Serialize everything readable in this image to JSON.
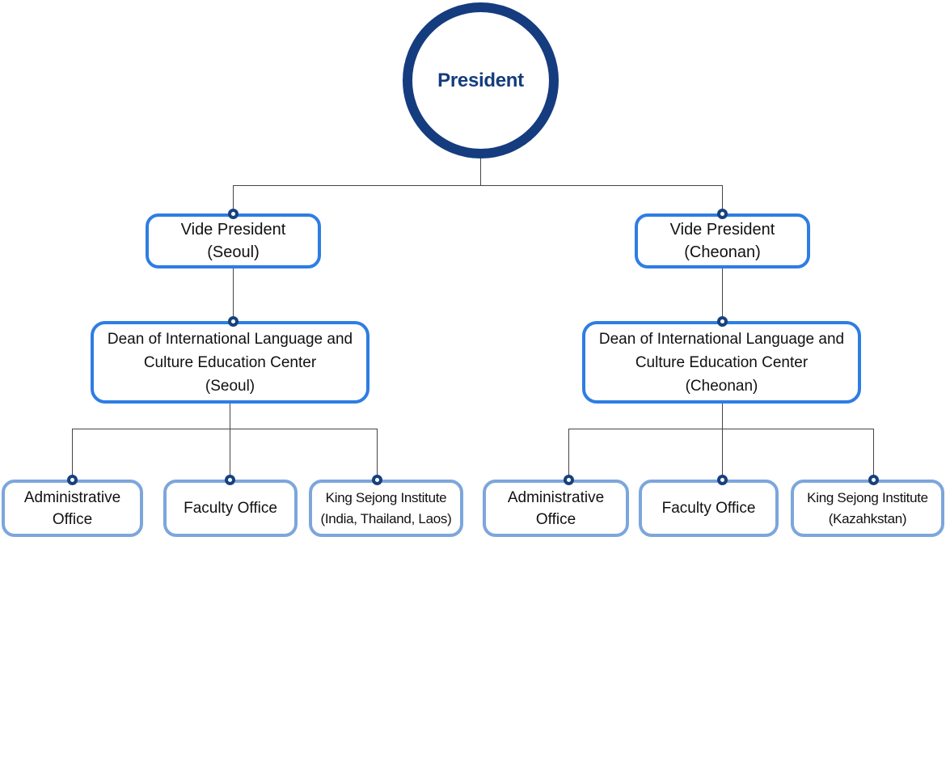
{
  "colors": {
    "navy": "#153c7e",
    "bright_blue": "#2e7de3",
    "light_blue": "#7ca6dc",
    "connector_gray": "#454545",
    "text_black": "#111111"
  },
  "president": {
    "label": "President"
  },
  "branches": [
    {
      "vp": {
        "lines": [
          "Vide President",
          "(Seoul)"
        ]
      },
      "dean": {
        "lines": [
          "Dean of International Language and",
          "Culture Education Center",
          "(Seoul)"
        ]
      },
      "children": [
        {
          "lines": [
            "Administrative",
            "Office"
          ]
        },
        {
          "lines": [
            "Faculty Office"
          ]
        },
        {
          "lines": [
            "King Sejong Institute",
            "(India, Thailand, Laos)"
          ]
        }
      ]
    },
    {
      "vp": {
        "lines": [
          "Vide President",
          "(Cheonan)"
        ]
      },
      "dean": {
        "lines": [
          "Dean of International Language and",
          "Culture Education Center",
          "(Cheonan)"
        ]
      },
      "children": [
        {
          "lines": [
            "Administrative",
            "Office"
          ]
        },
        {
          "lines": [
            "Faculty Office"
          ]
        },
        {
          "lines": [
            "King Sejong Institute",
            "(Kazahkstan)"
          ]
        }
      ]
    }
  ]
}
